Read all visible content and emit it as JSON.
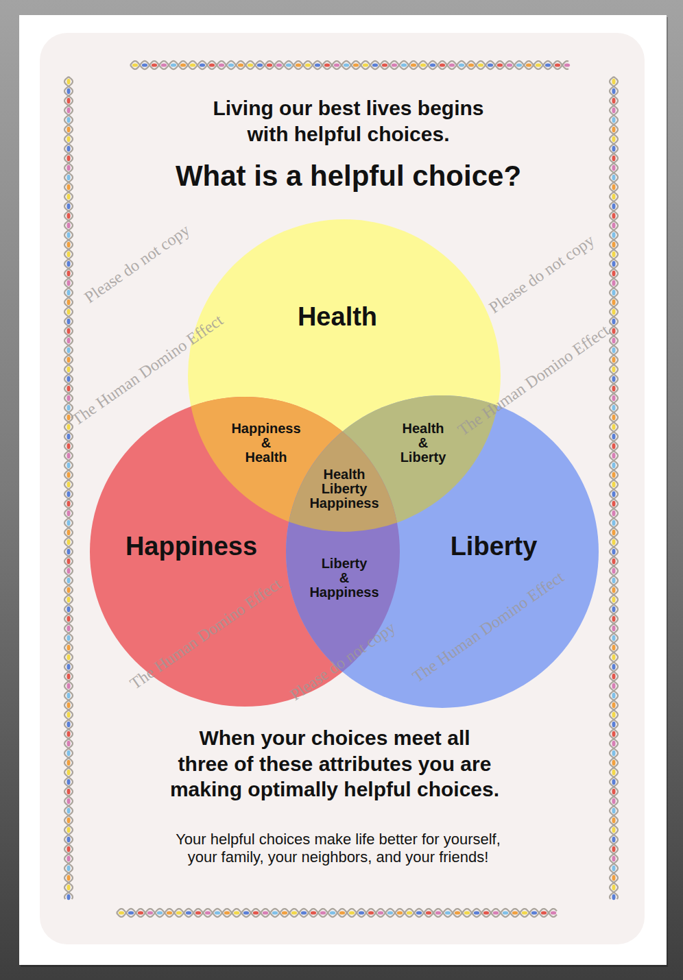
{
  "diagram": {
    "title": "What is a helpful choice?",
    "caption": "When your choices meet all three of these attributes you are making optimally helpful choices.",
    "nodes": [
      {
        "text": [
          "Health"
        ]
      },
      {
        "text": [
          "Happiness"
        ]
      },
      {
        "text": [
          "Liberty"
        ]
      }
    ],
    "labels": [
      "Living our best lives begins with helpful choices.",
      "Happiness & Health",
      "Health & Liberty",
      "Health Liberty Happiness",
      "Liberty & Happiness",
      "Your helpful choices make life better for yourself, your family, your neighbors, and your friends!",
      "Please do not copy",
      "Please do not copy",
      "The Human Domino Effect",
      "The Human Domino Effect",
      "The Human Domino Effect",
      "The Human Domino Effect",
      "Please do not copy"
    ]
  }
}
